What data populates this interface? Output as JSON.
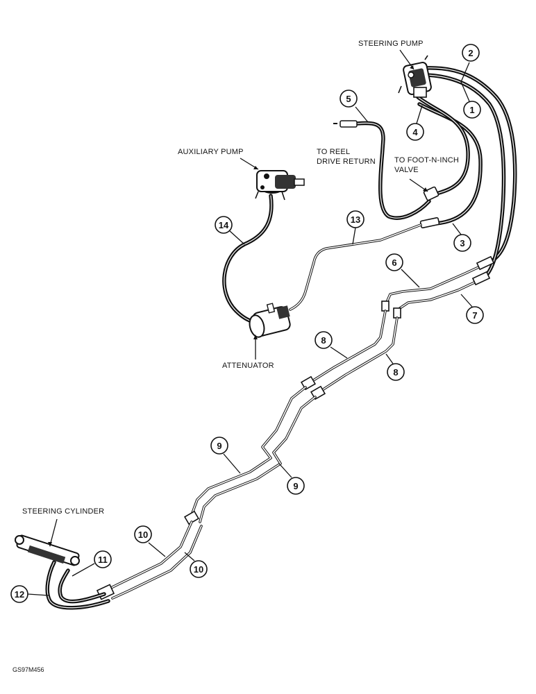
{
  "labels": {
    "steering_pump": "STEERING PUMP",
    "auxiliary_pump": "AUXILIARY PUMP",
    "to_reel_line1": "TO REEL",
    "to_reel_line2": "DRIVE RETURN",
    "to_foot_line1": "TO FOOT-N-INCH",
    "to_foot_line2": "VALVE",
    "attenuator": "ATTENUATOR",
    "steering_cylinder": "STEERING CYLINDER",
    "figure_code": "GS97M456"
  },
  "callouts": [
    {
      "id": "c2",
      "number": "2"
    },
    {
      "id": "c1",
      "number": "1"
    },
    {
      "id": "c5",
      "number": "5"
    },
    {
      "id": "c4",
      "number": "4"
    },
    {
      "id": "c14",
      "number": "14"
    },
    {
      "id": "c13",
      "number": "13"
    },
    {
      "id": "c3",
      "number": "3"
    },
    {
      "id": "c6",
      "number": "6"
    },
    {
      "id": "c7",
      "number": "7"
    },
    {
      "id": "c8a",
      "number": "8"
    },
    {
      "id": "c8b",
      "number": "8"
    },
    {
      "id": "c9a",
      "number": "9"
    },
    {
      "id": "c9b",
      "number": "9"
    },
    {
      "id": "c10a",
      "number": "10"
    },
    {
      "id": "c10b",
      "number": "10"
    },
    {
      "id": "c11",
      "number": "11"
    },
    {
      "id": "c12",
      "number": "12"
    }
  ]
}
